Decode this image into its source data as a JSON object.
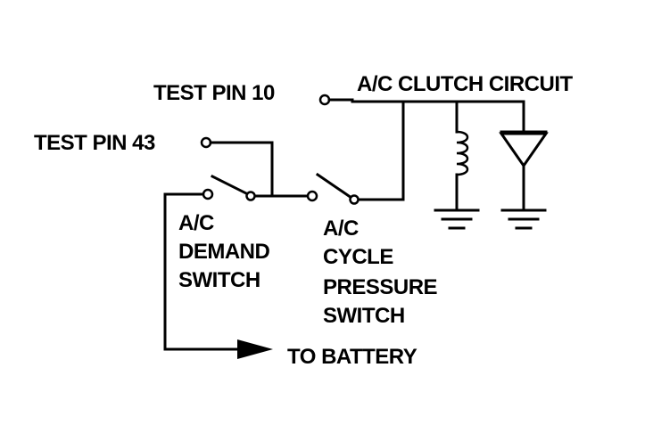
{
  "labels": {
    "test_pin_10": "TEST PIN 10",
    "test_pin_43": "TEST PIN 43",
    "clutch_circuit": "A/C CLUTCH CIRCUIT",
    "demand_switch": [
      "A/C",
      "DEMAND",
      "SWITCH"
    ],
    "cycle_pressure_switch": [
      "A/C",
      "CYCLE",
      "PRESSURE",
      "SWITCH"
    ],
    "battery": "TO BATTERY"
  },
  "icons": [
    "clutch-coil-icon",
    "diode-icon",
    "ground-icon",
    "arrow-right-icon",
    "switch-icon",
    "terminal-icon"
  ],
  "colors": {
    "ink": "#000000",
    "background": "#ffffff"
  }
}
